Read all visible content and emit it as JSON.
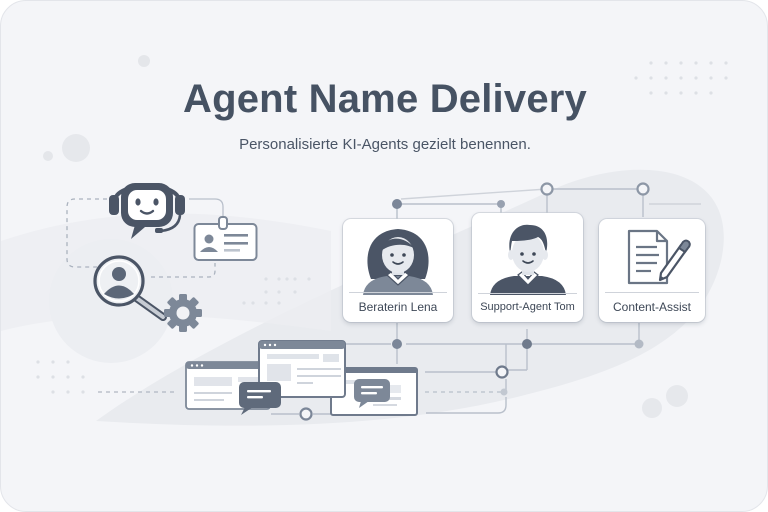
{
  "header": {
    "title": "Agent Name Delivery",
    "subtitle": "Personalisierte KI-Agents gezielt benennen."
  },
  "cards": [
    {
      "label": "Beraterin Lena",
      "icon": "female-agent-avatar-icon"
    },
    {
      "label": "Support-Agent Tom",
      "icon": "male-agent-avatar-icon"
    },
    {
      "label": "Content-Assist",
      "icon": "document-pencil-icon"
    }
  ],
  "decorations": {
    "left_icons": [
      "robot-headset-icon",
      "id-badge-icon",
      "user-search-icon",
      "gear-icon"
    ],
    "bottom_icons": [
      "browser-window-icon",
      "browser-window-icon",
      "browser-window-icon",
      "chat-bubble-icon",
      "chat-bubble-icon"
    ]
  },
  "colors": {
    "background": "#f4f5f8",
    "title": "#465263",
    "icon_dark": "#4b5566",
    "icon_mid": "#7d8898",
    "line": "#b9c0cb"
  }
}
